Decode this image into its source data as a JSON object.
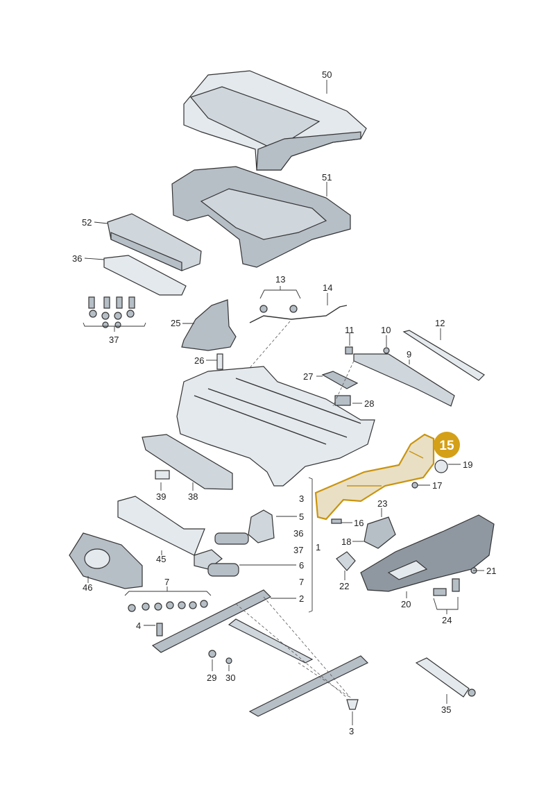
{
  "highlight": {
    "label": "15",
    "color": "#d4a017"
  },
  "labels": {
    "l50": "50",
    "l51": "51",
    "l52": "52",
    "l36": "36",
    "l37a": "37",
    "l13": "13",
    "l14": "14",
    "l25": "25",
    "l26": "26",
    "l11": "11",
    "l10": "10",
    "l12": "12",
    "l9": "9",
    "l27": "27",
    "l28": "28",
    "l19": "19",
    "l17": "17",
    "l16": "16",
    "l39": "39",
    "l38": "38",
    "l3a": "3",
    "l5": "5",
    "l36b": "36",
    "l37b": "37",
    "l1": "1",
    "l6": "6",
    "l7a": "7",
    "l2": "2",
    "l23": "23",
    "l18": "18",
    "l21": "21",
    "l22": "22",
    "l20": "20",
    "l24": "24",
    "l45": "45",
    "l46": "46",
    "l7b": "7",
    "l4": "4",
    "l29": "29",
    "l30": "30",
    "l35": "35",
    "l3b": "3"
  },
  "colors": {
    "outline": "#333333",
    "highlight": "#d4a017"
  }
}
